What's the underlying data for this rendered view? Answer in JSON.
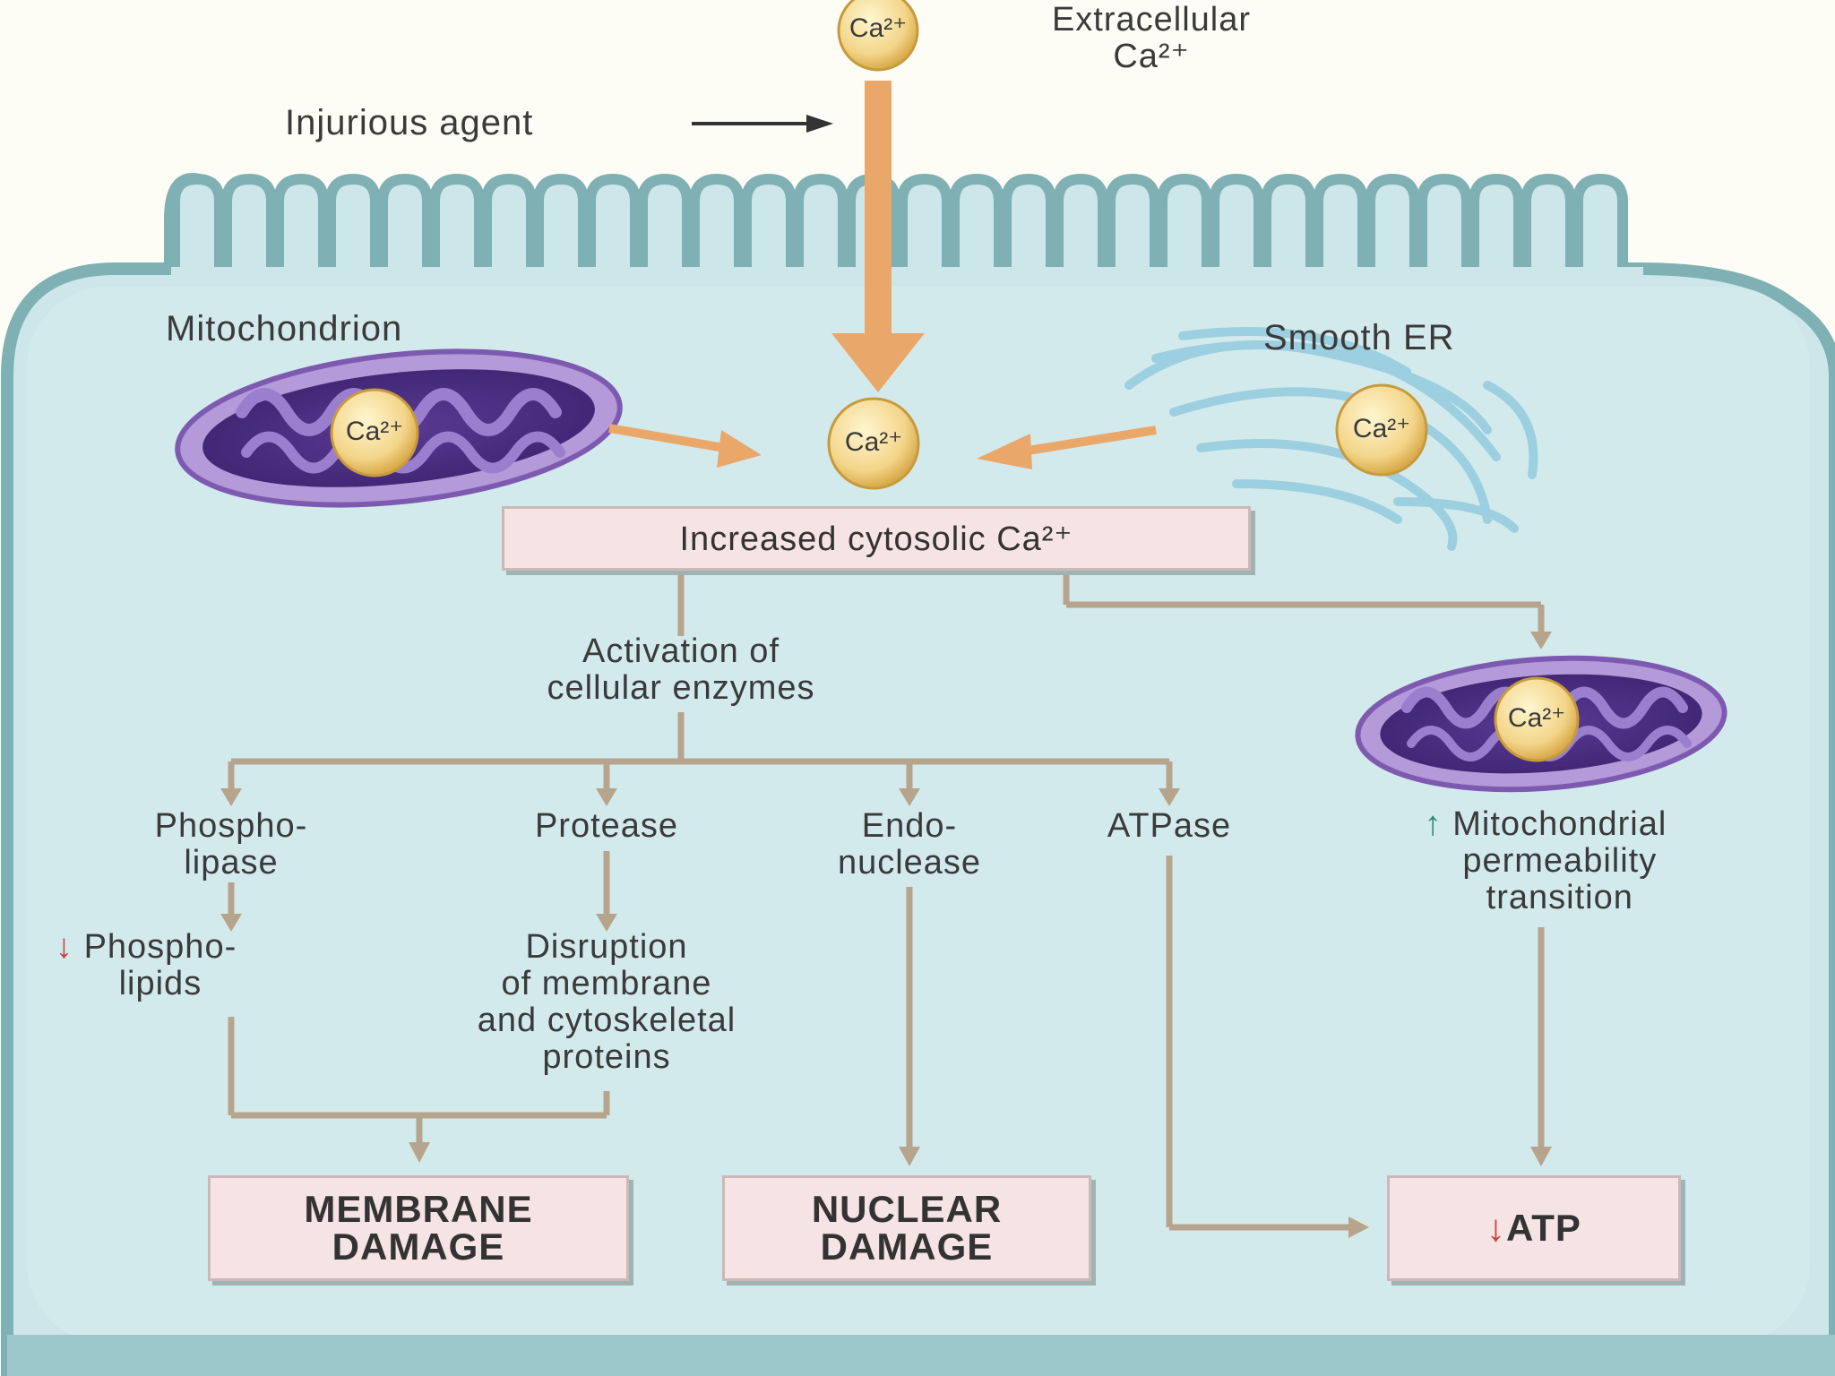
{
  "colors": {
    "cell_fill": "#cde6ea",
    "cell_border": "#7eb0b4",
    "calcium_arrow": "#e9a86a",
    "pathway_arrow": "#b7a48c",
    "box_fill": "#f6e3e3",
    "mitochondrion": "#8a62b8",
    "er": "#9ccfe0",
    "decrease_marker": "#c4453d",
    "increase_marker": "#2e8b74"
  },
  "ions": {
    "extracellular": "Ca²⁺",
    "mitochondrion": "Ca²⁺",
    "cytosol": "Ca²⁺",
    "smooth_er": "Ca²⁺",
    "mitochondrion_2": "Ca²⁺"
  },
  "labels": {
    "extracellular_ca": "Extracellular\nCa²⁺",
    "injurious_agent": "Injurious agent",
    "mitochondrion": "Mitochondrion",
    "smooth_er": "Smooth ER",
    "increased_ca": "Increased cytosolic Ca²⁺",
    "activation": "Activation of\ncellular enzymes",
    "phospholipase": "Phospho-\nlipase",
    "protease": "Protease",
    "endonuclease": "Endo-\nnuclease",
    "atpase": "ATPase",
    "mpt_arrow": "↑",
    "mpt": "Mitochondrial\npermeability\ntransition",
    "phospholipids_arrow": "↓",
    "phospholipids": "Phospho-\nlipids",
    "disruption": "Disruption\nof membrane\nand cytoskeletal\nproteins",
    "membrane_damage": "MEMBRANE\nDAMAGE",
    "nuclear_damage": "NUCLEAR\nDAMAGE",
    "atp_arrow": "↓",
    "atp": "ATP"
  }
}
